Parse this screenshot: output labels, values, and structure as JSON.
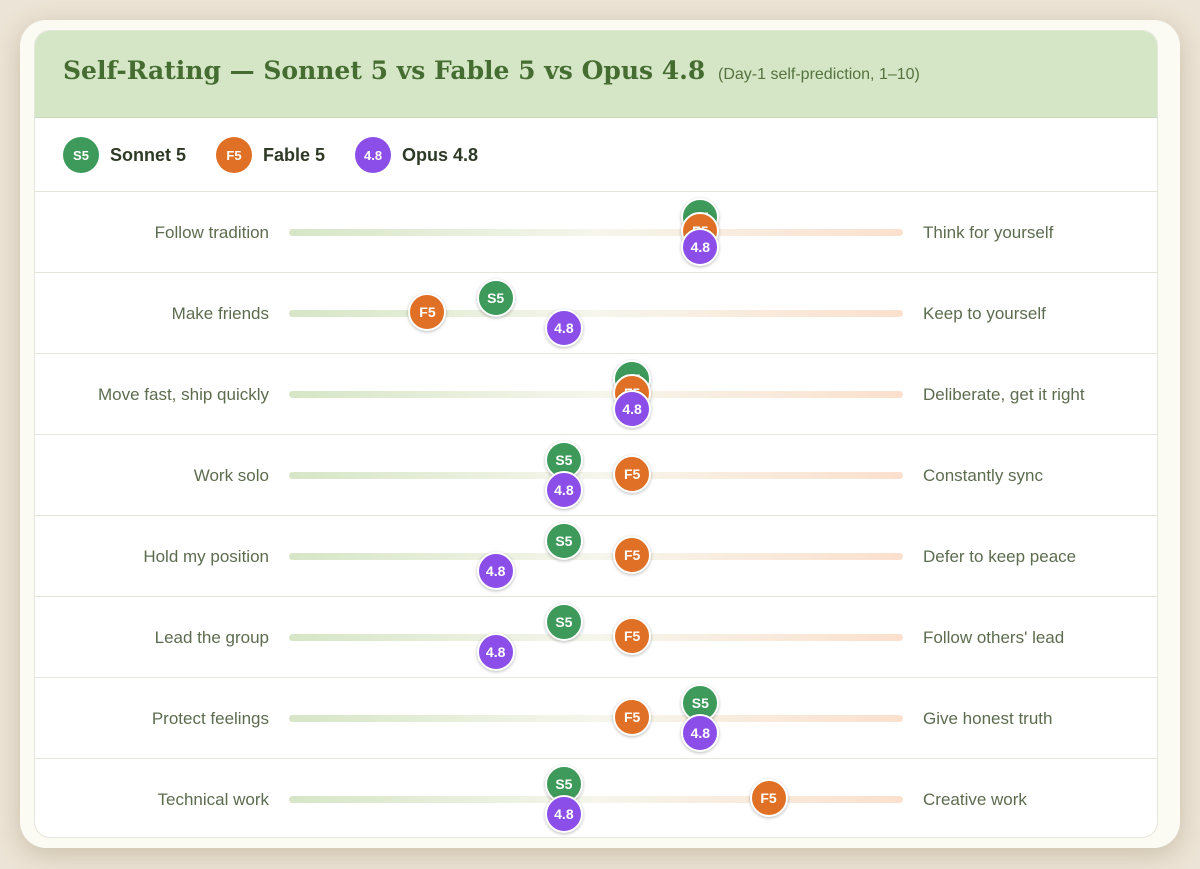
{
  "title": "Self-Rating — Sonnet 5 vs Fable 5 vs Opus 4.8",
  "subtitle": "(Day-1 self-prediction, 1–10)",
  "chart_data": {
    "type": "scatter",
    "scale": [
      1,
      10
    ],
    "series": [
      {
        "name": "Sonnet 5",
        "badge": "S5",
        "color": "#3d9a5a",
        "values": [
          7,
          4,
          6,
          5,
          5,
          5,
          7,
          5
        ]
      },
      {
        "name": "Fable 5",
        "badge": "F5",
        "color": "#e07025",
        "values": [
          7,
          3,
          6,
          6,
          6,
          6,
          6,
          8
        ]
      },
      {
        "name": "Opus 4.8",
        "badge": "4.8",
        "color": "#8c4ee8",
        "values": [
          7,
          5,
          6,
          5,
          4,
          4,
          7,
          5
        ]
      }
    ],
    "rows": [
      {
        "left": "Follow tradition",
        "right": "Think for yourself"
      },
      {
        "left": "Make friends",
        "right": "Keep to yourself"
      },
      {
        "left": "Move fast, ship quickly",
        "right": "Deliberate, get it right"
      },
      {
        "left": "Work solo",
        "right": "Constantly sync"
      },
      {
        "left": "Hold my position",
        "right": "Defer to keep peace"
      },
      {
        "left": "Lead the group",
        "right": "Follow others' lead"
      },
      {
        "left": "Protect feelings",
        "right": "Give honest truth"
      },
      {
        "left": "Technical work",
        "right": "Creative work"
      }
    ]
  }
}
